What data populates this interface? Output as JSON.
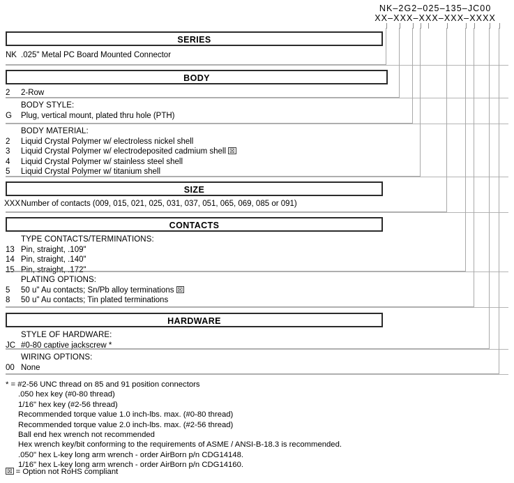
{
  "part_number": {
    "example": "NK–2G2–025–135–JC00",
    "mask": "XX–XXX–XXX–XXX–XXXX"
  },
  "sections": [
    {
      "title": "SERIES",
      "groups": [
        {
          "subhead": "",
          "rows": [
            {
              "code": "NK",
              "desc": ".025\" Metal PC Board Mounted Connector",
              "rohs_flag": false
            }
          ]
        }
      ]
    },
    {
      "title": "BODY",
      "groups": [
        {
          "subhead": "",
          "rows": [
            {
              "code": "2",
              "desc": "2-Row",
              "rohs_flag": false
            }
          ]
        },
        {
          "subhead": "BODY STYLE:",
          "rows": [
            {
              "code": "G",
              "desc": "Plug, vertical mount, plated thru hole (PTH)",
              "rohs_flag": false
            }
          ]
        },
        {
          "subhead": "BODY MATERIAL:",
          "rows": [
            {
              "code": "2",
              "desc": "Liquid Crystal Polymer w/ electroless nickel shell",
              "rohs_flag": false
            },
            {
              "code": "3",
              "desc": "Liquid Crystal Polymer w/ electrodeposited cadmium shell",
              "rohs_flag": true
            },
            {
              "code": "4",
              "desc": "Liquid Crystal Polymer w/ stainless steel shell",
              "rohs_flag": false
            },
            {
              "code": "5",
              "desc": "Liquid Crystal Polymer w/ titanium shell",
              "rohs_flag": false
            }
          ]
        }
      ]
    },
    {
      "title": "SIZE",
      "groups": [
        {
          "subhead": "",
          "rows": [
            {
              "code": "XXX",
              "desc": "Number of contacts (009, 015, 021, 025, 031, 037, 051, 065, 069, 085 or 091)",
              "rohs_flag": false
            }
          ]
        }
      ]
    },
    {
      "title": "CONTACTS",
      "groups": [
        {
          "subhead": "TYPE CONTACTS/TERMINATIONS:",
          "rows": [
            {
              "code": "13",
              "desc": "Pin, straight, .109\"",
              "rohs_flag": false
            },
            {
              "code": "14",
              "desc": "Pin, straight, .140\"",
              "rohs_flag": false
            },
            {
              "code": "15",
              "desc": "Pin, straight, .172\"",
              "rohs_flag": false
            }
          ]
        },
        {
          "subhead": "PLATING OPTIONS:",
          "rows": [
            {
              "code": "5",
              "desc": "50 u\" Au contacts; Sn/Pb alloy terminations",
              "rohs_flag": true
            },
            {
              "code": "8",
              "desc": "50 u\" Au contacts; Tin plated terminations",
              "rohs_flag": false
            }
          ]
        }
      ]
    },
    {
      "title": "HARDWARE",
      "groups": [
        {
          "subhead": "STYLE OF HARDWARE:",
          "rows": [
            {
              "code": "JC",
              "desc": "#0-80 captive jackscrew *",
              "rohs_flag": false
            }
          ]
        },
        {
          "subhead": "WIRING OPTIONS:",
          "rows": [
            {
              "code": "00",
              "desc": "None",
              "rohs_flag": false
            }
          ]
        }
      ]
    }
  ],
  "footnotes": [
    "* = #2-56 UNC thread on 85 and 91 position connectors",
    ".050 hex key (#0-80 thread)",
    "1/16\" hex key (#2-56 thread)",
    "Recommended torque value 1.0 inch-lbs. max. (#0-80 thread)",
    "Recommended torque value 2.0 inch-lbs. max. (#2-56 thread)",
    "Ball end hex wrench not recommended",
    "Hex wrench key/bit conforming to the requirements of ASME / ANSI-B-18.3 is recommended.",
    ".050\" hex L-key long arm wrench - order AirBorn p/n CDG14148.",
    "1/16\" hex L-key long arm wrench - order AirBorn p/n CDG14160."
  ],
  "rohs_note": {
    "marker": "☒",
    "text": "= Option not RoHS compliant"
  },
  "colors": {
    "box_border": "#2b2b2b",
    "rule": "#b4b4b4",
    "leader": "#a9a9a9",
    "text": "#000000",
    "background": "#ffffff"
  }
}
